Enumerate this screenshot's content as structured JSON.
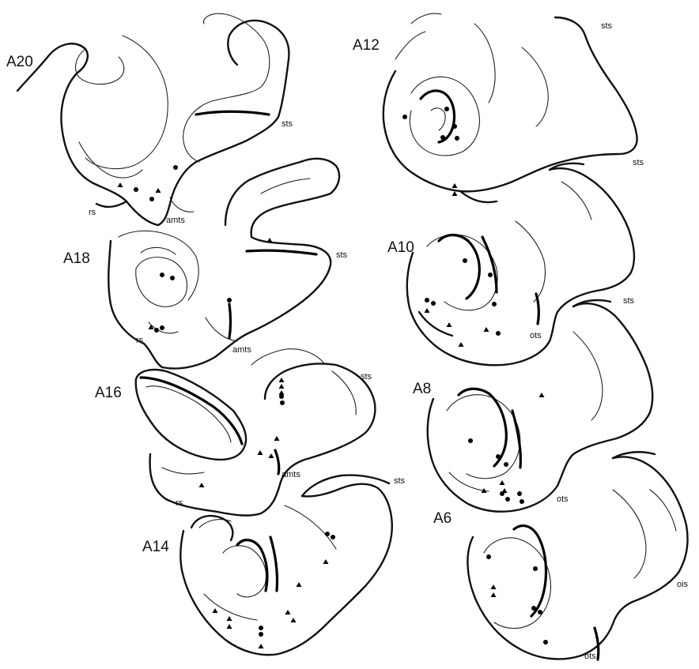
{
  "sections": [
    {
      "id": "A20",
      "label": "A20"
    },
    {
      "id": "A18",
      "label": "A18"
    },
    {
      "id": "A16",
      "label": "A16"
    },
    {
      "id": "A14",
      "label": "A14"
    },
    {
      "id": "A12",
      "label": "A12"
    },
    {
      "id": "A10",
      "label": "A10"
    },
    {
      "id": "A8",
      "label": "A8"
    },
    {
      "id": "A6",
      "label": "A6"
    }
  ],
  "sulci": {
    "sts": "sts",
    "amts": "amts",
    "rs": "rs",
    "ots": "ots",
    "ois": "ois"
  },
  "markers": {
    "circle": "filled-circle",
    "triangle": "filled-triangle"
  }
}
